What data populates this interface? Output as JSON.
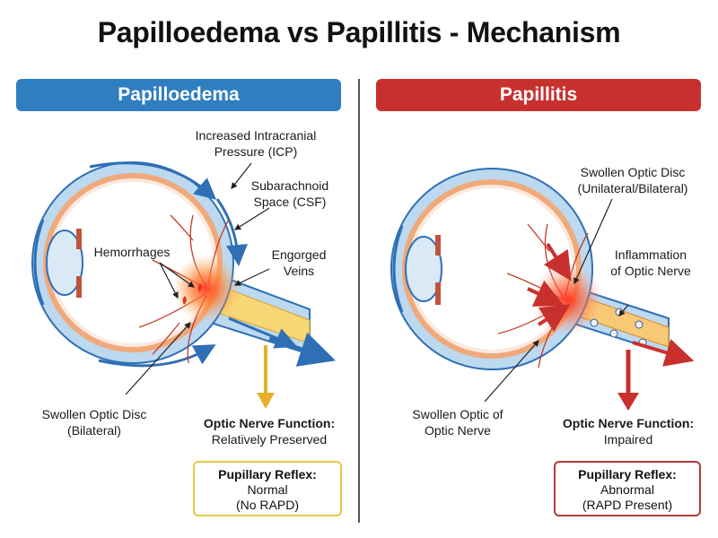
{
  "title": "Papilloedema vs Papillitis - Mechanism",
  "left": {
    "header": "Papilloedema",
    "labels": {
      "icp": [
        "Increased Intracranial",
        "Pressure (ICP)"
      ],
      "subarachnoid": [
        "Subarachnoid",
        "Space (CSF)"
      ],
      "hemorrhages": "Hemorrhages",
      "veins": [
        "Engorged",
        "Veins"
      ],
      "swollen_disc": [
        "Swollen Optic Disc",
        "(Bilateral)"
      ]
    },
    "function_title": "Optic Nerve Function:",
    "function_value": "Relatively Preserved",
    "reflex": {
      "title": "Pupillary Reflex:",
      "line1": "Normal",
      "line2": "(No RAPD)"
    }
  },
  "right": {
    "header": "Papillitis",
    "labels": {
      "swollen_disc": [
        "Swollen Optic Disc",
        "(Unilateral/Bilateral)"
      ],
      "inflammation": [
        "Inflammation",
        "of Optic Nerve"
      ],
      "swollen_nerve": [
        "Swollen Optic of",
        "Optic Nerve"
      ]
    },
    "function_title": "Optic Nerve Function:",
    "function_value": "Impaired",
    "reflex": {
      "title": "Pupillary Reflex:",
      "line1": "Abnormal",
      "line2": "(RAPD Present)"
    }
  },
  "colors": {
    "papilloedema": "#2f7ec0",
    "papillitis": "#c8302e",
    "sclera": "#a9cce8",
    "retina": "#e07a3a",
    "arrow_blue": "#2f6fb6",
    "arrow_yellow": "#e8b02a",
    "arrow_red": "#c8302e"
  }
}
